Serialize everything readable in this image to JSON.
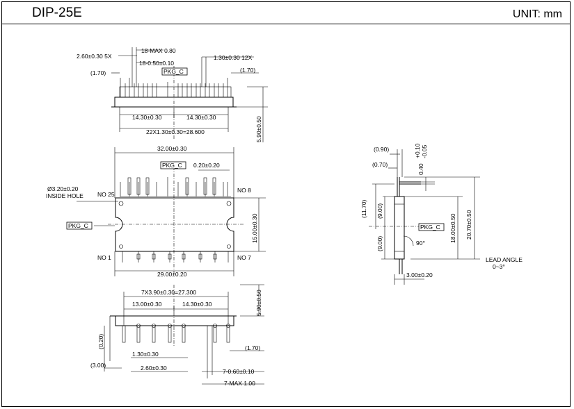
{
  "header": {
    "title": "DIP-25E",
    "unit": "UNIT: mm"
  },
  "top_view": {
    "d_pitch5x": "2.60±0.30 5X",
    "d_18max": "18-MAX 0.80",
    "d_18w": "18-0.50±0.10",
    "d_pitch12x": "1.30±0.30 12X",
    "d_170_left": "(1.70)",
    "d_170_right": "(1.70)",
    "pkg": "PKG_C",
    "d_1430_a": "14.30±0.30",
    "d_1430_b": "14.30±0.30",
    "d_22x": "22X1.30±0.30=28.600",
    "d_590": "5.90±0.50"
  },
  "main_view": {
    "d_3200": "32.00±0.30",
    "pkg_top": "PKG_C",
    "d_020": "0.20±0.20",
    "hole": "Ø3.20±0.20",
    "inside_hole": "INSIDE HOLE",
    "no25": "NO 25",
    "no8": "NO 8",
    "no1": "NO 1",
    "no7": "NO 7",
    "pkg_left": "PKG_C",
    "d_1500": "15.00±0.30",
    "d_2900": "29.00±0.20"
  },
  "bottom_view": {
    "d_7x": "7X3.90±0.30=27.300",
    "d_1300": "13.00±0.30",
    "d_1430": "14.30±0.30",
    "d_590": "5.90±0.50",
    "d_020p": "(0.20)",
    "d_170": "(1.70)",
    "d_130": "1.30±0.30",
    "d_300p": "(3.00)",
    "d_260": "2.60±0.30",
    "d_7w": "7-0.60±0.10",
    "d_7max": "7-MAX 1.00"
  },
  "side_view": {
    "d_090": "(0.90)",
    "d_070": "(0.70)",
    "d_tol_plus": "+0.10",
    "d_tol_minus": "-0.05",
    "d_040": "0.40",
    "d_1170": "(11.70)",
    "d_900a": "(9.00)",
    "d_900b": "(9.00)",
    "pkg": "PKG_C",
    "d_1800": "18.00±0.50",
    "d_2070": "20.70±0.50",
    "angle": "90°",
    "lead_angle": "LEAD ANGLE",
    "lead_angle_val": "0~3°",
    "d_300": "3.00±0.20"
  }
}
